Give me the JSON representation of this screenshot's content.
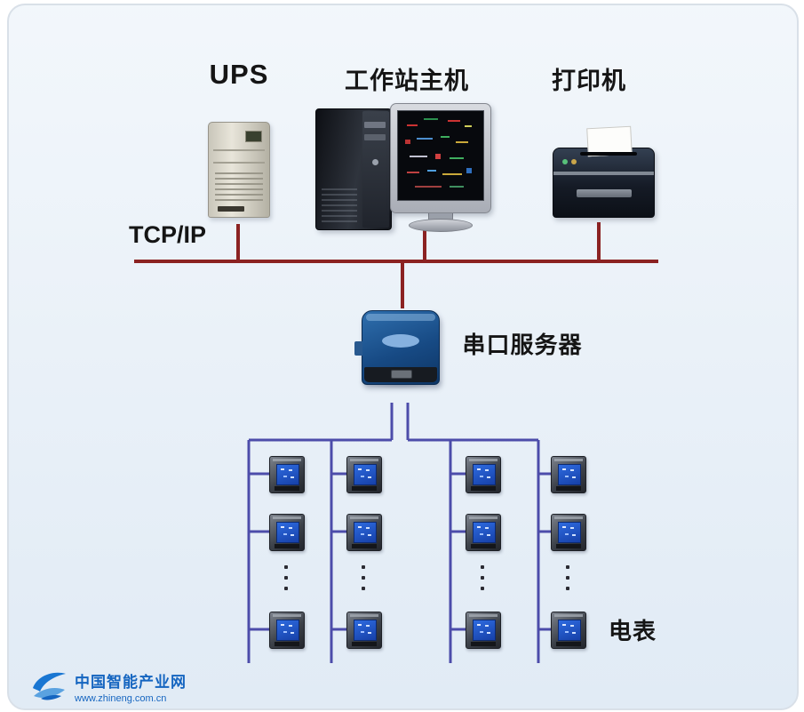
{
  "diagram": {
    "title_labels": {
      "ups": "UPS",
      "workstation": "工作站主机",
      "printer": "打印机",
      "network": "TCP/IP",
      "serial_server": "串口服务器",
      "meter": "电表"
    },
    "meter_columns": 4,
    "meter_rows_visible": 3,
    "ellipsis_dot_count": 3,
    "icons": {
      "ups_device": "ups-tower-icon",
      "workstation_device": "desktop-computer-icon",
      "printer_device": "inkjet-printer-icon",
      "serial_server_device": "serial-device-server-icon",
      "meter_device": "power-meter-icon",
      "logo": "blue-wave-logo-icon"
    },
    "colors": {
      "network_bus": "#8b2222",
      "meter_bus": "#4c4caa",
      "panel_background": "#e8f0f8",
      "label_text": "#151515",
      "logo_blue": "#1565c0"
    }
  },
  "watermark": {
    "site_name": "中国智能产业网",
    "site_url": "www.zhineng.com.cn"
  }
}
